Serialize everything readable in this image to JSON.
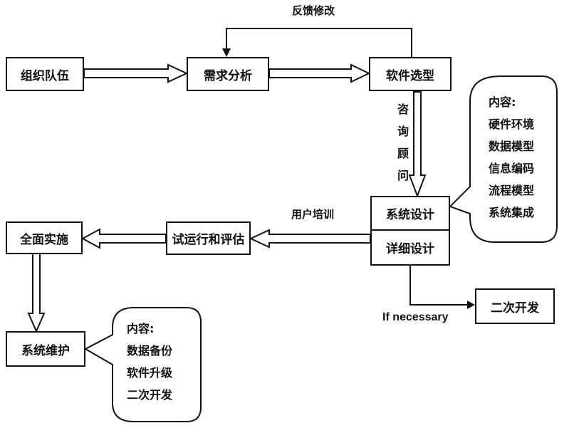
{
  "nodes": {
    "organize_team": "组织队伍",
    "requirements_analysis": "需求分析",
    "software_selection": "软件选型",
    "system_design": "系统设计",
    "detailed_design": "详细设计",
    "secondary_dev": "二次开发",
    "trial_run": "试运行和评估",
    "full_implementation": "全面实施",
    "system_maintenance": "系统维护"
  },
  "edge_labels": {
    "feedback": "反馈修改",
    "consulting": [
      "咨",
      "询",
      "顾",
      "问"
    ],
    "user_training": "用户培训",
    "if_necessary": "If necessary"
  },
  "design_callout": {
    "heading": "内容:",
    "items": [
      "硬件环境",
      "数据模型",
      "信息编码",
      "流程模型",
      "系统集成"
    ]
  },
  "maintenance_callout": {
    "heading": "内容:",
    "items": [
      "数据备份",
      "软件升级",
      "二次开发"
    ]
  }
}
